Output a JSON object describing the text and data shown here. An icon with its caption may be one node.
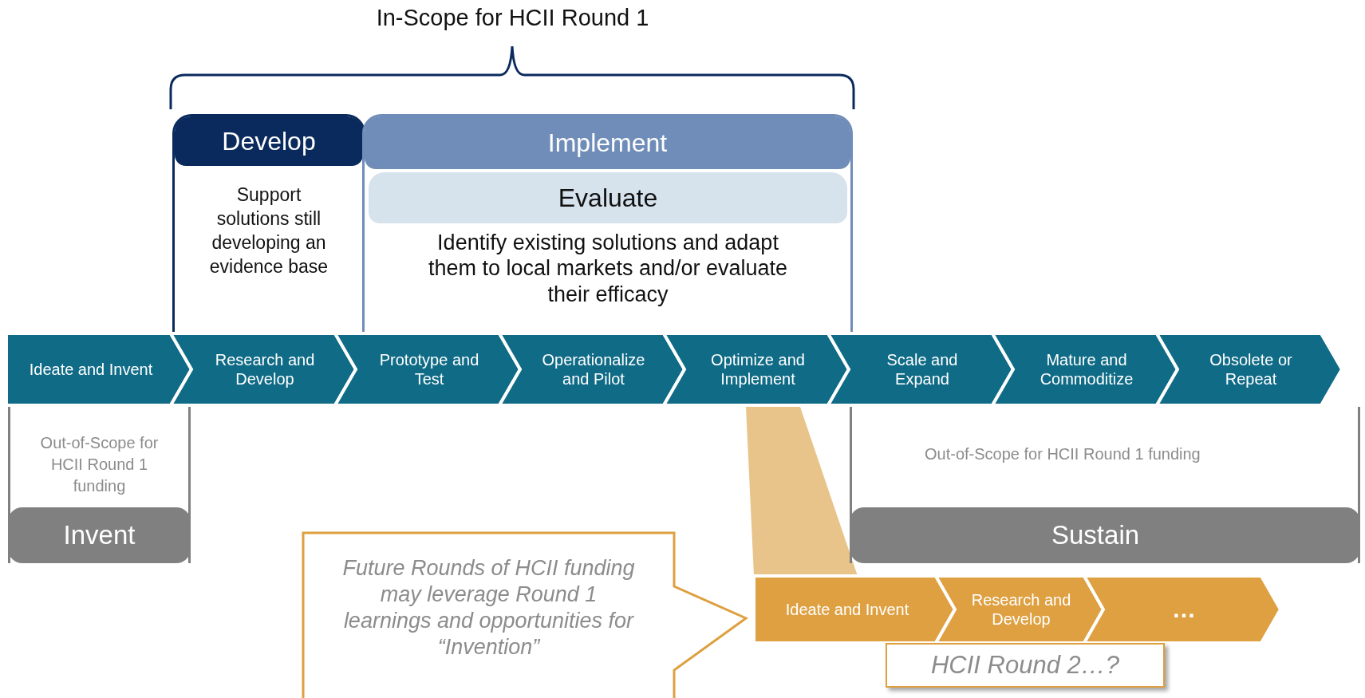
{
  "diagram": {
    "nodes": [
      {
        "text": [
          "Develop",
          "Support solutions still developing an evidence base"
        ]
      },
      {
        "text": [
          "Implement"
        ]
      },
      {
        "text": [
          "Evaluate",
          "Identify existing solutions and adapt them to local markets and/or evaluate their efficacy"
        ],
        "in": 1
      },
      {
        "text": [
          "Ideate and Invent"
        ]
      },
      {
        "text": [
          "Research and Develop"
        ]
      },
      {
        "text": [
          "Prototype and Test"
        ]
      },
      {
        "text": [
          "Operationalize and Pilot"
        ]
      },
      {
        "text": [
          "Optimize and Implement"
        ]
      },
      {
        "text": [
          "Scale and Expand"
        ]
      },
      {
        "text": [
          "Mature and Commoditize"
        ]
      },
      {
        "text": [
          "Obsolete or Repeat"
        ]
      },
      {
        "text": [
          "Out-of-Scope for HCII Round 1 funding",
          "Invent"
        ]
      },
      {
        "text": [
          "Out-of-Scope for HCII Round 1 funding",
          "Sustain"
        ]
      },
      {
        "text": [
          "Future Rounds of HCII funding may leverage Round 1 learnings and opportunities for “Invention”"
        ]
      },
      {
        "text": [
          "Ideate and Invent"
        ]
      },
      {
        "text": [
          "Research and Develop"
        ]
      },
      {
        "text": [
          "…"
        ]
      },
      {
        "text": [
          "HCII Round 2…?"
        ]
      },
      {
        "text": [],
        "shape": "trapezoid"
      }
    ],
    "labels": [
      "In-Scope for HCII Round 1"
    ]
  }
}
